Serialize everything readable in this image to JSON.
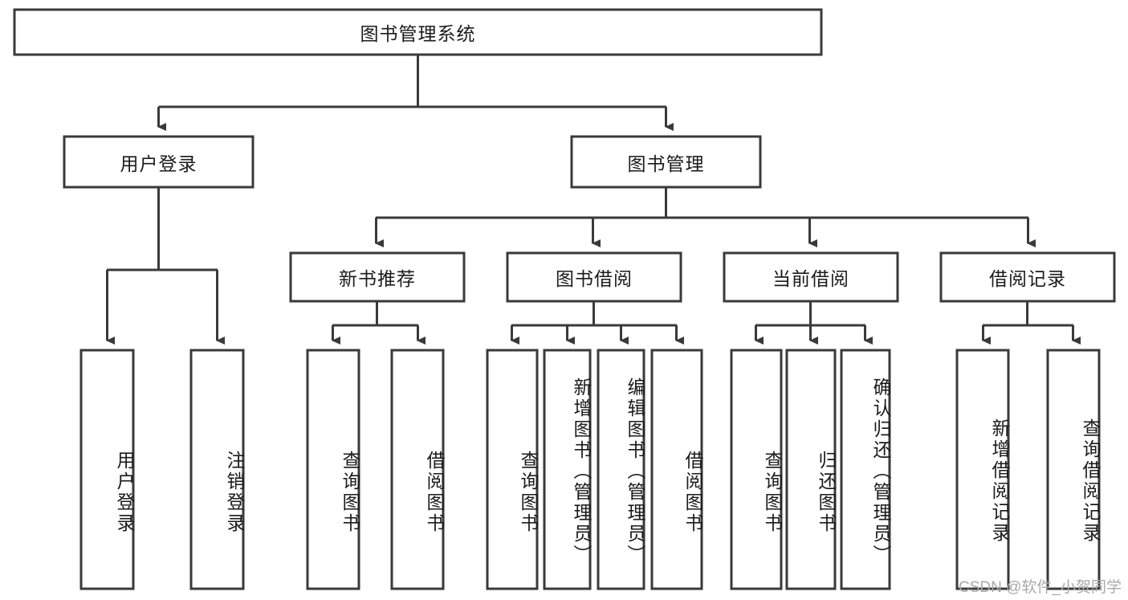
{
  "diagram": {
    "title": "图书管理系统",
    "type": "tree-hierarchy-chart",
    "root": {
      "label": "图书管理系统"
    },
    "level1": [
      {
        "label": "用户登录"
      },
      {
        "label": "图书管理"
      }
    ],
    "level2": [
      {
        "label": "新书推荐"
      },
      {
        "label": "图书借阅"
      },
      {
        "label": "当前借阅"
      },
      {
        "label": "借阅记录"
      }
    ],
    "leaves": {
      "user_login": [
        {
          "label": "用户登录"
        },
        {
          "label": "注销登录"
        }
      ],
      "new_book": [
        {
          "label": "查询图书"
        },
        {
          "label": "借阅图书"
        }
      ],
      "book_borrow": [
        {
          "label": "查询图书"
        },
        {
          "label": "新增图书（管理员）"
        },
        {
          "label": "编辑图书（管理员）"
        },
        {
          "label": "借阅图书"
        }
      ],
      "current_borrow": [
        {
          "label": "查询图书"
        },
        {
          "label": "归还图书"
        },
        {
          "label": "确认归还（管理员）"
        }
      ],
      "borrow_record": [
        {
          "label": "新增借阅记录"
        },
        {
          "label": "查询借阅记录"
        }
      ]
    }
  },
  "watermark": {
    "text": "CSDN @软件_小贺同学"
  },
  "colors": {
    "stroke": "#3a3a3a",
    "box_fill": "#ffffff",
    "text": "#1b1b1b",
    "watermark": "#a9a9a9",
    "background": "#ffffff"
  }
}
